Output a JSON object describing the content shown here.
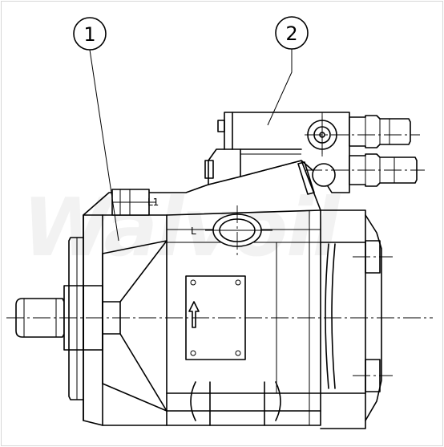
{
  "callouts": [
    {
      "number": "1",
      "target": "pump-housing"
    },
    {
      "number": "2",
      "target": "control-valve"
    }
  ],
  "port_labels": {
    "main_port": "L",
    "secondary_port": "L1"
  },
  "watermark": "Walvoil"
}
